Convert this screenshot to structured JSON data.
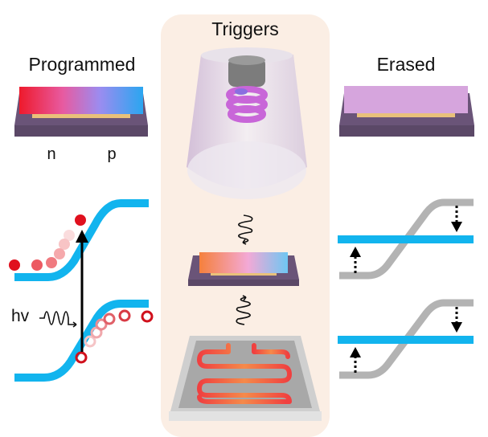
{
  "panels": {
    "programmed": {
      "title": "Programmed",
      "n_label": "n",
      "p_label": "p",
      "photon_label": "hv"
    },
    "triggers": {
      "title": "Triggers"
    },
    "erased": {
      "title": "Erased"
    }
  },
  "colors": {
    "band_blue": "#12b4ee",
    "band_gray": "#b3b3b3",
    "electron_red": "#e0101e",
    "trigger_bg": "#fbeee4",
    "substrate": "#6a5478",
    "electrode": "#e9c17a",
    "erased_top": "#d6a5dd"
  }
}
